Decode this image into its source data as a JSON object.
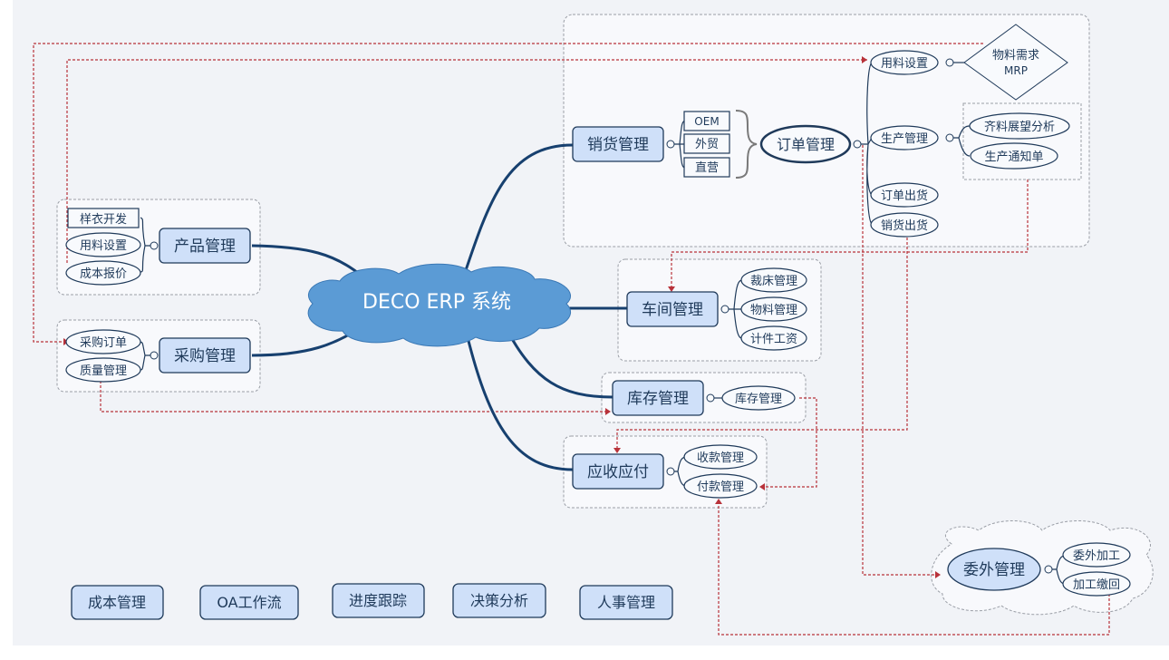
{
  "central": {
    "label": "DECO ERP  系统",
    "color": "#5b9bd5"
  },
  "colors": {
    "topic_fill": "#cfe0f9",
    "stroke": "#1f3a5a",
    "link": "#b8323a",
    "background": "#f1f3f7"
  },
  "product": {
    "label": "产品管理",
    "subs": [
      "样衣开发",
      "用料设置",
      "成本报价"
    ]
  },
  "purchase": {
    "label": "采购管理",
    "subs": [
      "采购订单",
      "质量管理"
    ]
  },
  "sales": {
    "label": "销货管理",
    "channels": [
      "OEM",
      "外贸",
      "直营"
    ],
    "order": {
      "label": "订单管理",
      "subs": [
        "用料设置",
        "生产管理",
        "订单出货",
        "销货出货"
      ],
      "mrp": [
        "物料需求",
        "MRP"
      ],
      "production_subs": [
        "齐料展望分析",
        "生产通知单"
      ]
    }
  },
  "workshop": {
    "label": "车间管理",
    "subs": [
      "裁床管理",
      "物料管理",
      "计件工资"
    ]
  },
  "inventory": {
    "label": "库存管理",
    "subs": [
      "库存管理"
    ]
  },
  "finance": {
    "label": "应收应付",
    "subs": [
      "收款管理",
      "付款管理"
    ]
  },
  "outsourcing": {
    "label": "委外管理",
    "subs": [
      "委外加工",
      "加工缴回"
    ]
  },
  "standalone": [
    "成本管理",
    "OA工作流",
    "进度跟踪",
    "决策分析",
    "人事管理"
  ]
}
